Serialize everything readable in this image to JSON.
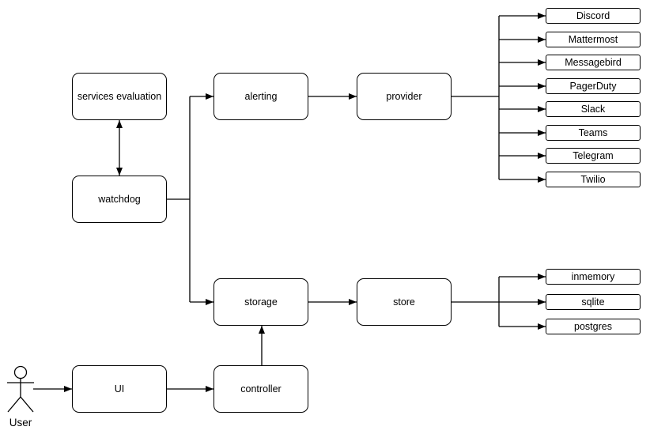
{
  "diagram": {
    "colors": {
      "stroke": "#000000",
      "node_fill": "#ffffff",
      "background": "#ffffff"
    },
    "nodes": {
      "services_evaluation": "services evaluation",
      "watchdog": "watchdog",
      "alerting": "alerting",
      "provider": "provider",
      "storage": "storage",
      "store": "store",
      "ui": "UI",
      "controller": "controller"
    },
    "alert_providers": [
      "Discord",
      "Mattermost",
      "Messagebird",
      "PagerDuty",
      "Slack",
      "Teams",
      "Telegram",
      "Twilio"
    ],
    "store_backends": [
      "inmemory",
      "sqlite",
      "postgres"
    ],
    "actor_label": "User"
  }
}
